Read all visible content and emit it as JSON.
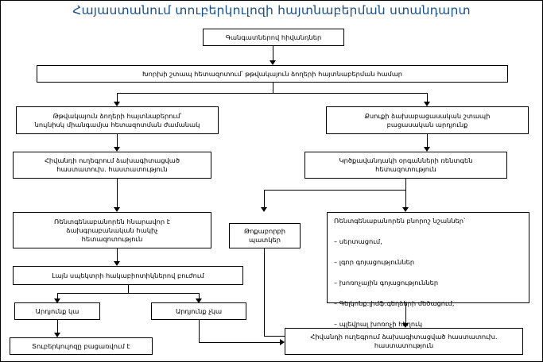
{
  "title": "Հայաստանում տուբերկուլոզի հայտնաբերման ստանդարտ",
  "nodes": {
    "n1": "Գանգատներով հիվանդներ",
    "n2": "Խորխի շտապ հետազոտում՝ թթվակայուն ձողերի հայտնաբերման համար",
    "n3": "Թթվակայուն ձողերի հայտնաբերում՝\nնույնիսկ միանգամյա հետազոտման ժամանակ",
    "n4": "Քսուքի ձախաբացասական շտապի\nբացասական արդյունք",
    "n5": "Հիվանդի ուղեգրում ձախագիտացված\nհաստատուխ. հաստատություն",
    "n6": "Կրծքավանդակի օրգանների ռենտգեն\nհետազոտություն",
    "n7": "Ռենտգենաբանորեն հնարավոր է\nձախգրաբանական հակիչ\nհետազոտություն",
    "n8": "Թոքաբորբի\nպատկեր",
    "n9": "Ռենտգենաբանորեն բնորոշ նշաններ՝\n\n– սերտացում,\n\n– լգոր գոյացություններ\n\n– խոռոչային գոյացություններ\n\n– Գելկոնք.լիմֆ.գեղձերի մեծացում,\n\n– պլեվրալ խոռոչի հեղուկ",
    "n10": "Լայն սպեկտրի հակաբիոտիկներով բուժում",
    "n11": "Արդյունք կա",
    "n12": "Արդյունք չկա",
    "n13": "Տուբերկուլոզը բացառվում է",
    "n14": "Հիվանդի ուղեգրում ձախագիտացված հաստատուխ.\nհաստատություն"
  }
}
